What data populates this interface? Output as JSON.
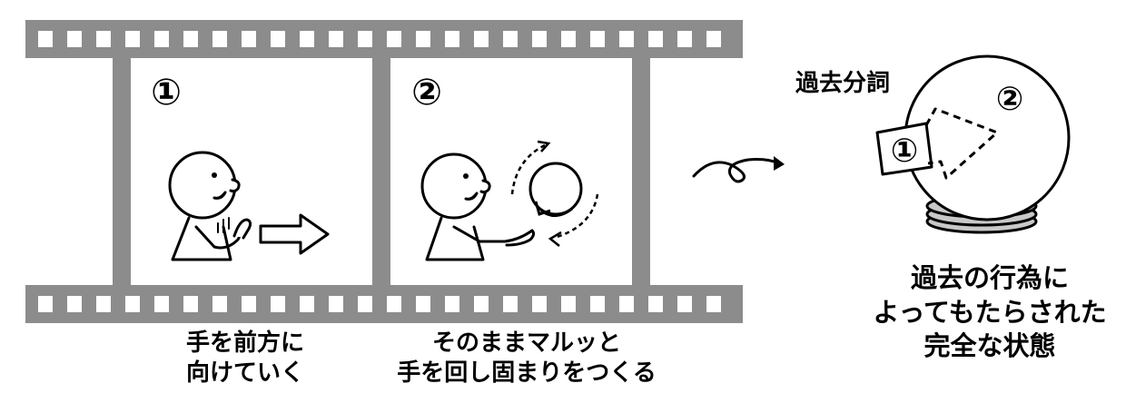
{
  "film": {
    "frame1": {
      "number": "①",
      "caption_line1": "手を前方に",
      "caption_line2": "向けていく"
    },
    "frame2": {
      "number": "②",
      "caption_line1": "そのままマルッと",
      "caption_line2": "手を回し固まりをつくる"
    }
  },
  "crystal": {
    "label": "過去分詞",
    "inner_number_1": "①",
    "inner_number_2": "②",
    "caption_line1": "過去の行為に",
    "caption_line2": "よってもたらされた",
    "caption_line3": "完全な状態"
  },
  "colors": {
    "film": "#8c8c8c",
    "line": "#000000",
    "background": "#ffffff"
  }
}
